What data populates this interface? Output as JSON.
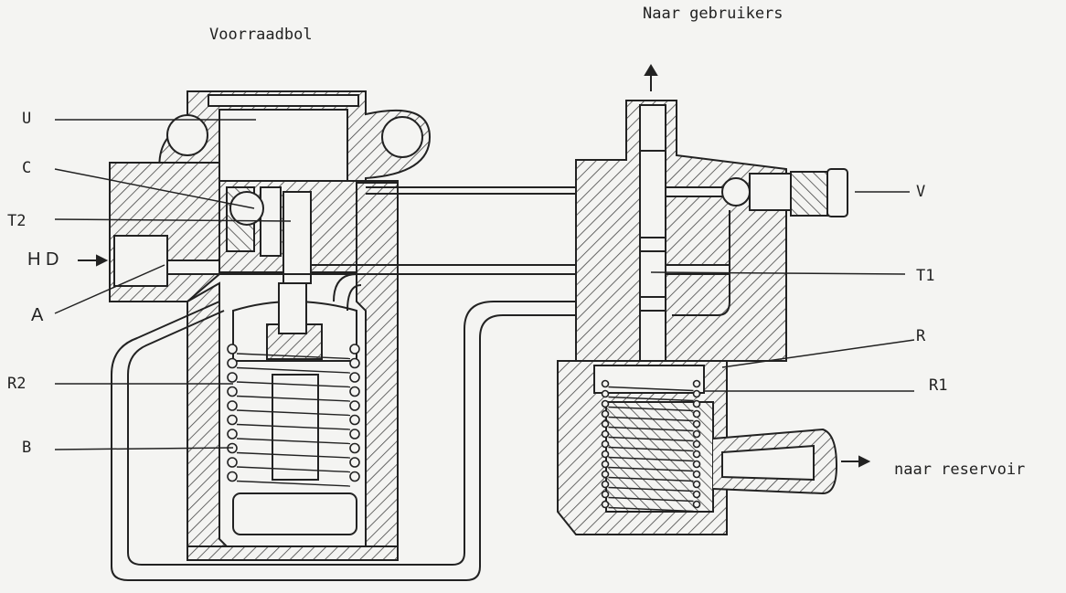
{
  "labels": {
    "top_left": "Voorraadbol",
    "top_right": "Naar gebruikers",
    "U": "U",
    "C": "C",
    "T2": "T2",
    "HD": "H D",
    "A": "A",
    "R2": "R2",
    "B": "B",
    "V": "V",
    "T1": "T1",
    "R": "R",
    "R1": "R1",
    "reservoir": "naar reservoir"
  }
}
